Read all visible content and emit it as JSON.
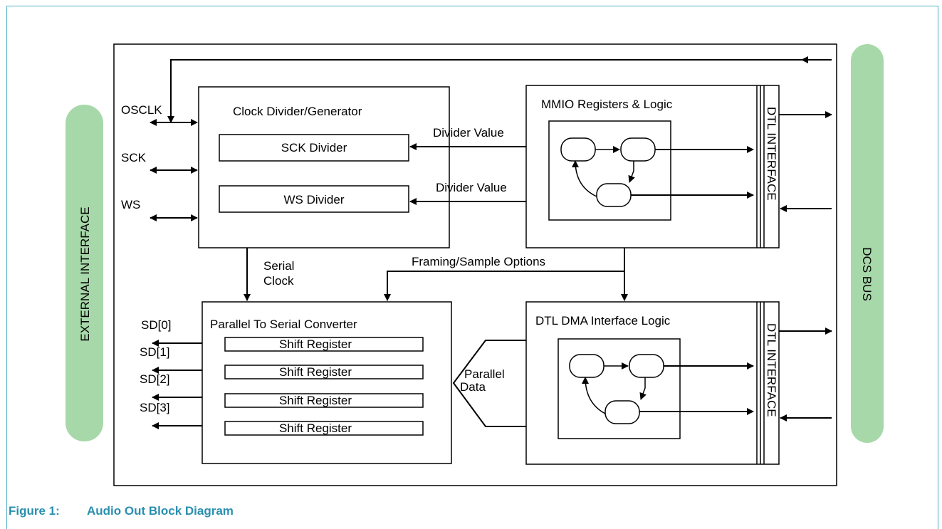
{
  "labels": {
    "external_interface": "EXTERNAL INTERFACE",
    "dcs_bus": "DCS BUS",
    "osclk": "OSCLK",
    "sck": "SCK",
    "ws": "WS",
    "clock_divider_title": "Clock Divider/Generator",
    "sck_divider": "SCK Divider",
    "ws_divider": "WS Divider",
    "divider_value_1": "Divider Value",
    "divider_value_2": "Divider Value",
    "mmio_title": "MMIO Registers & Logic",
    "dtl_interface_1": "DTL INTERFACE",
    "dtl_interface_2": "DTL INTERFACE",
    "serial_clock_1": "Serial",
    "serial_clock_2": "Clock",
    "framing_options": "Framing/Sample Options",
    "p2s_title": "Parallel To Serial Converter",
    "dma_title": "DTL DMA Interface Logic",
    "parallel_data_1": "Parallel",
    "parallel_data_2": "Data",
    "shift_registers": [
      "Shift Register",
      "Shift Register",
      "Shift Register",
      "Shift Register"
    ],
    "sd_outputs": [
      "SD[0]",
      "SD[1]",
      "SD[2]",
      "SD[3]"
    ]
  },
  "caption": {
    "number": "Figure 1:",
    "title": "Audio Out Block Diagram"
  },
  "colors": {
    "side_bar": "#a7d8a9",
    "caption": "#2a8fb0",
    "frame": "#4fb0c6"
  }
}
